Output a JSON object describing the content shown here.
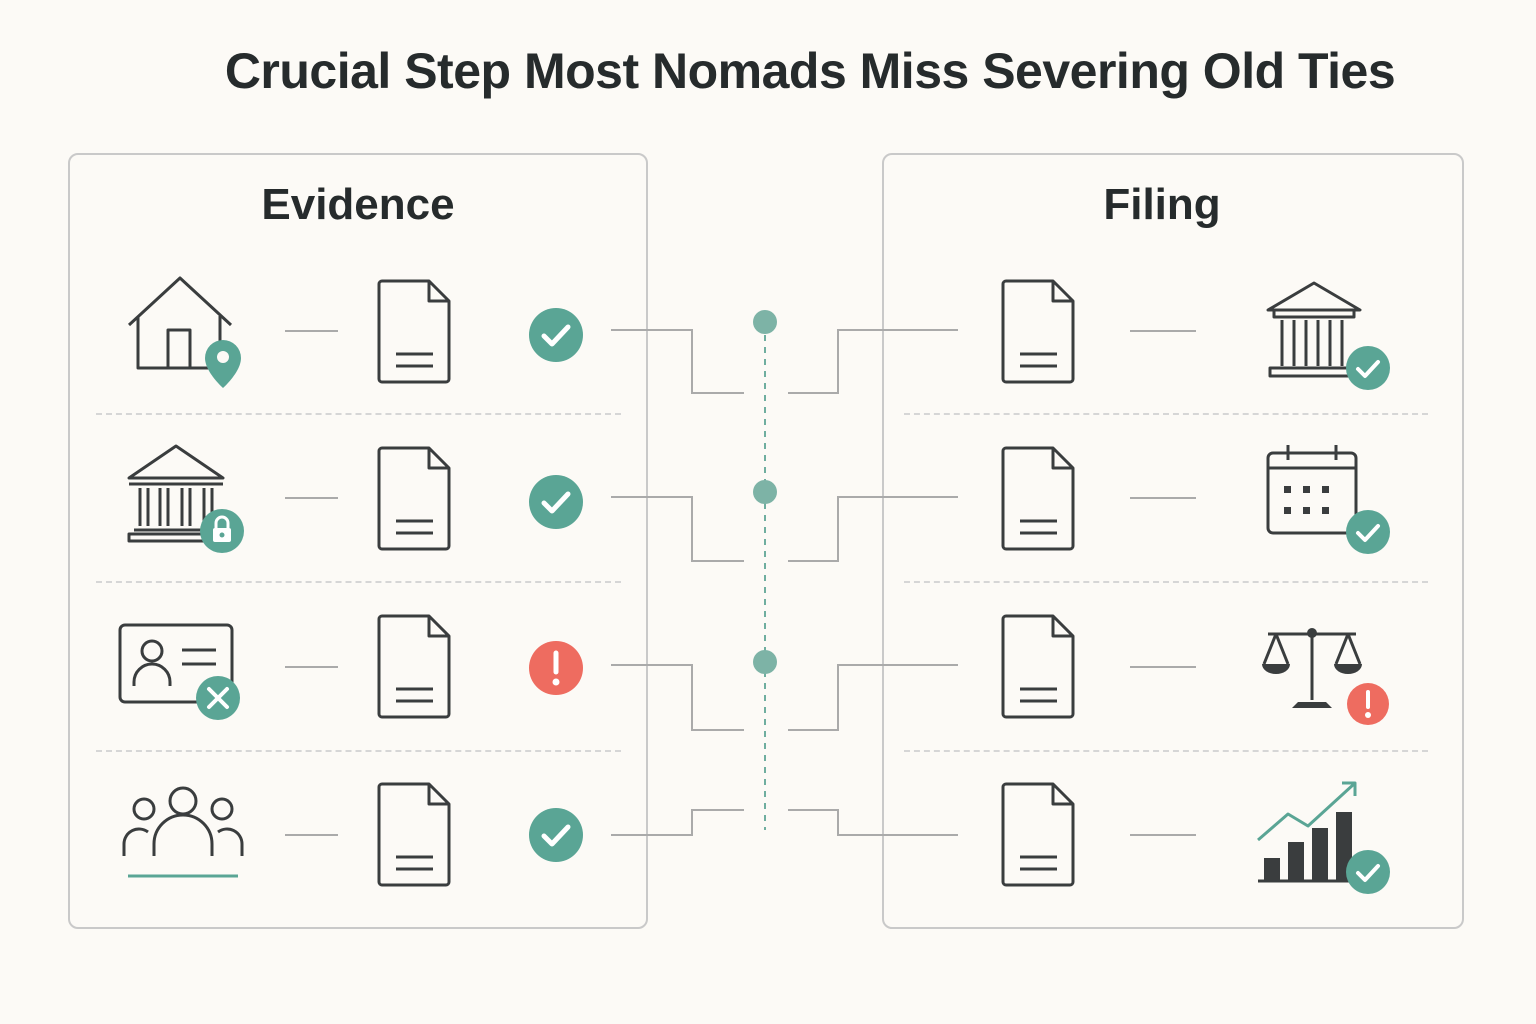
{
  "title": "Crucial Step Most Nomads Miss Severing Old Ties",
  "colors": {
    "accent": "#5aa595",
    "alert": "#ee6c60",
    "line": "#3a3d3e",
    "connector": "#aaaaaa",
    "background": "#fcfaf6"
  },
  "panels": {
    "evidence": {
      "heading": "Evidence",
      "rows": [
        {
          "item_icon": "house-location-icon",
          "document_icon": "document-icon",
          "status": "check",
          "status_icon": "check-circle-icon"
        },
        {
          "item_icon": "bank-lock-icon",
          "document_icon": "document-icon",
          "status": "check",
          "status_icon": "check-circle-icon"
        },
        {
          "item_icon": "id-card-cancel-icon",
          "document_icon": "document-icon",
          "status": "alert",
          "status_icon": "alert-circle-icon"
        },
        {
          "item_icon": "people-group-icon",
          "document_icon": "document-icon",
          "status": "check",
          "status_icon": "check-circle-icon"
        }
      ]
    },
    "filing": {
      "heading": "Filing",
      "rows": [
        {
          "document_icon": "document-icon",
          "item_icon": "government-building-check-icon",
          "status": "check"
        },
        {
          "document_icon": "document-icon",
          "item_icon": "calendar-check-icon",
          "status": "check"
        },
        {
          "document_icon": "document-icon",
          "item_icon": "scales-alert-icon",
          "status": "alert"
        },
        {
          "document_icon": "document-icon",
          "item_icon": "growth-chart-check-icon",
          "status": "check"
        }
      ]
    }
  }
}
